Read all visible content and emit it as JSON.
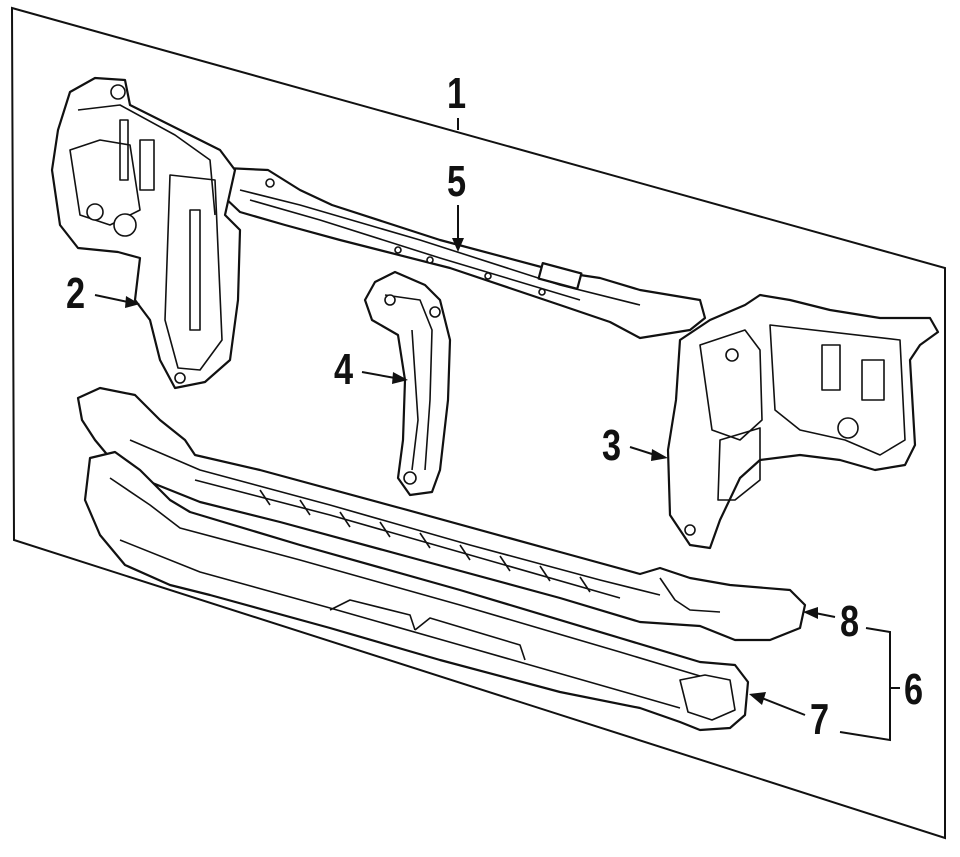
{
  "diagram": {
    "callouts": [
      {
        "id": "1",
        "label": "1"
      },
      {
        "id": "2",
        "label": "2"
      },
      {
        "id": "3",
        "label": "3"
      },
      {
        "id": "4",
        "label": "4"
      },
      {
        "id": "5",
        "label": "5"
      },
      {
        "id": "6",
        "label": "6"
      },
      {
        "id": "7",
        "label": "7"
      },
      {
        "id": "8",
        "label": "8"
      }
    ],
    "colors": {
      "line": "#111111",
      "background": "#ffffff"
    }
  }
}
